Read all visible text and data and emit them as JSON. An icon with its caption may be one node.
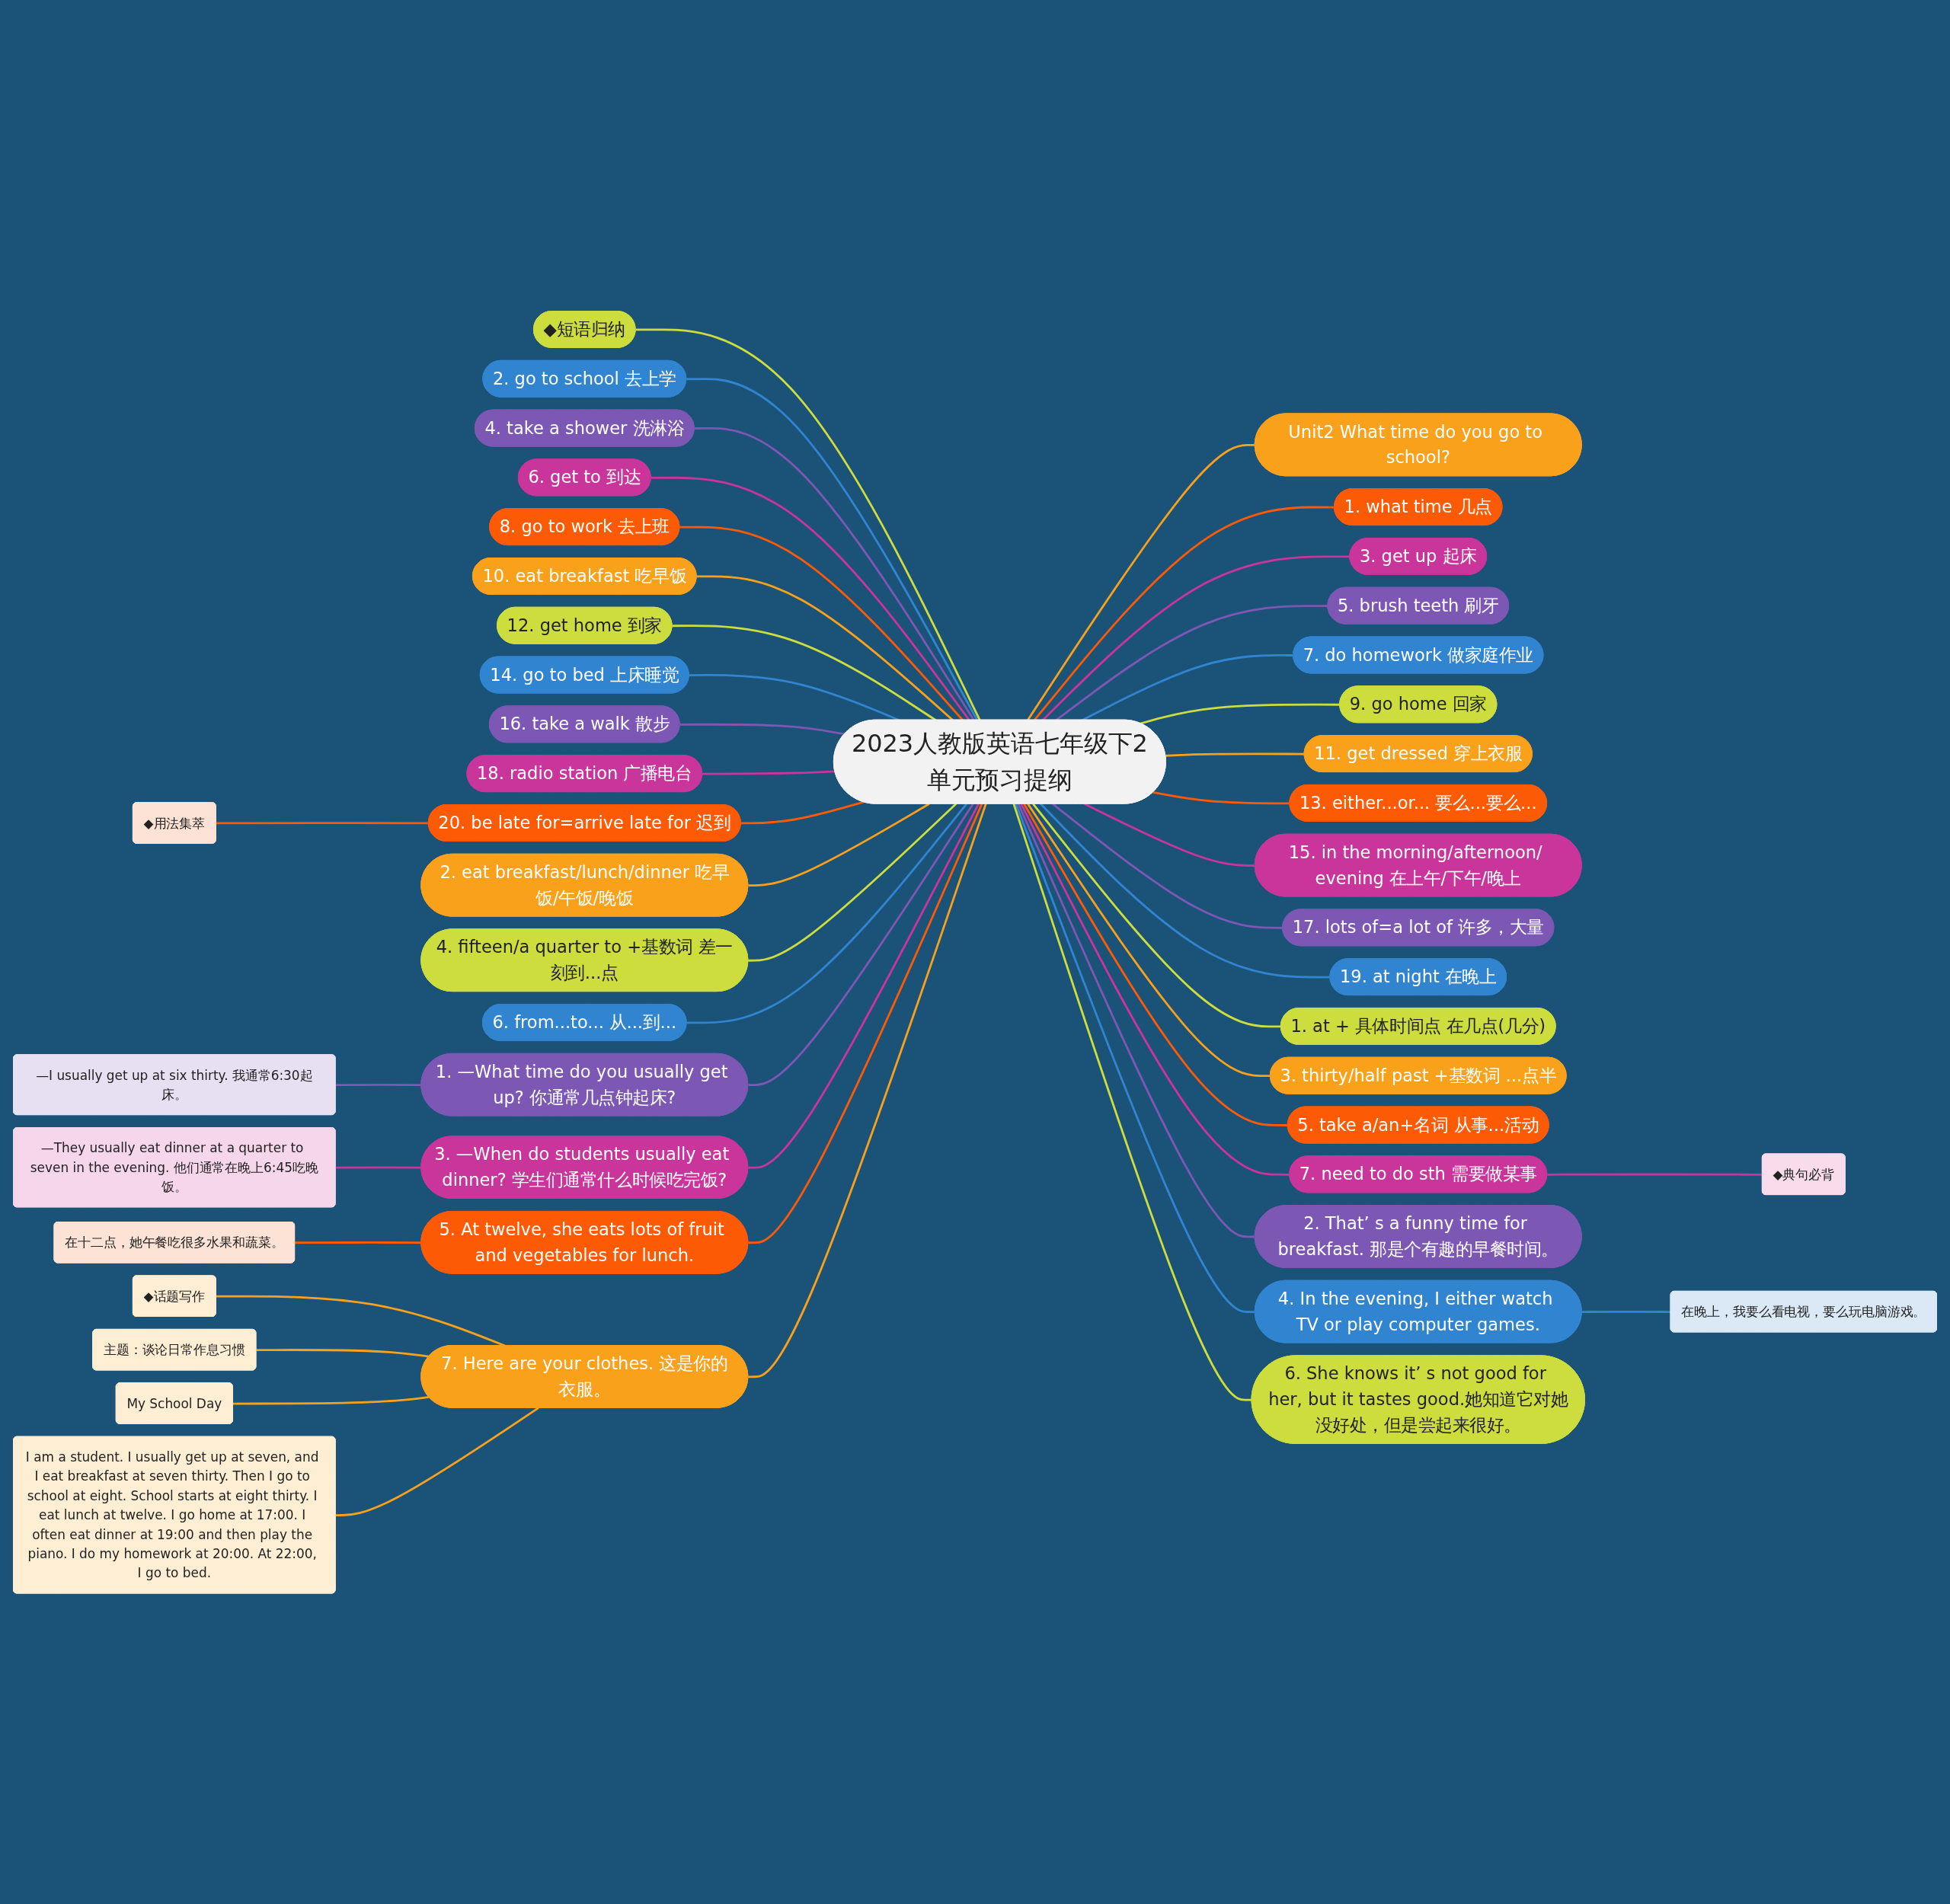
{
  "diagram": {
    "nodes": [
      {
        "text": [
          "2023人教版英语七年级下2单元预习提纲"
        ]
      },
      {
        "text": [
          "Unit2 What time do you go to school?"
        ]
      },
      {
        "text": [
          "1. what time 几点"
        ]
      },
      {
        "text": [
          "3. get up 起床"
        ]
      },
      {
        "text": [
          "5. brush teeth 刷牙"
        ]
      },
      {
        "text": [
          "7. do homework 做家庭作业"
        ]
      },
      {
        "text": [
          "9. go home 回家"
        ]
      },
      {
        "text": [
          "11. get dressed 穿上衣服"
        ]
      },
      {
        "text": [
          "13. either...or... 要么...要么..."
        ]
      },
      {
        "text": [
          "15. in the morning/afternoon/ evening 在上午/下午/晚上"
        ]
      },
      {
        "text": [
          "17. lots of=a lot of 许多，大量"
        ]
      },
      {
        "text": [
          "19. at night 在晚上"
        ]
      },
      {
        "text": [
          "1. at + 具体时间点 在几点(几分)"
        ]
      },
      {
        "text": [
          "3. thirty/half past +基数词 ...点半"
        ]
      },
      {
        "text": [
          "5. take a/an+名词 从事...活动"
        ]
      },
      {
        "text": [
          "7. need to do sth 需要做某事"
        ]
      },
      {
        "text": [
          "◆典句必背"
        ]
      },
      {
        "text": [
          "2. That’ s a funny time for breakfast. 那是个有趣的早餐时间。"
        ]
      },
      {
        "text": [
          "4. In the evening, I either watch TV or play computer games."
        ]
      },
      {
        "text": [
          "在晚上，我要么看电视，要么玩电脑游戏。"
        ]
      },
      {
        "text": [
          "6. She knows it’ s not good for her, but it tastes good.她知道它对她没好处，但是尝起来很好。"
        ]
      },
      {
        "text": [
          "◆短语归纳"
        ]
      },
      {
        "text": [
          "2. go to school 去上学"
        ]
      },
      {
        "text": [
          "4. take a shower 洗淋浴"
        ]
      },
      {
        "text": [
          "6. get to 到达"
        ]
      },
      {
        "text": [
          "8. go to work 去上班"
        ]
      },
      {
        "text": [
          "10. eat breakfast 吃早饭"
        ]
      },
      {
        "text": [
          "12. get home 到家"
        ]
      },
      {
        "text": [
          "14. go to bed 上床睡觉"
        ]
      },
      {
        "text": [
          "16. take a walk 散步"
        ]
      },
      {
        "text": [
          "18. radio station 广播电台"
        ]
      },
      {
        "text": [
          "20. be late for=arrive late for 迟到"
        ]
      },
      {
        "text": [
          "◆用法集萃"
        ]
      },
      {
        "text": [
          "2. eat breakfast/lunch/dinner 吃早饭/午饭/晚饭"
        ]
      },
      {
        "text": [
          "4. fifteen/a quarter to +基数词 差一刻到...点"
        ]
      },
      {
        "text": [
          "6. from...to... 从...到..."
        ]
      },
      {
        "text": [
          "1. —What time do you usually get up? 你通常几点钟起床?"
        ]
      },
      {
        "text": [
          "—I usually get up at six thirty. 我通常6:30起床。"
        ]
      },
      {
        "text": [
          "3. —When do students usually eat dinner? 学生们通常什么时候吃完饭?"
        ]
      },
      {
        "text": [
          "—They usually eat dinner at a quarter to seven in the evening. 他们通常在晚上6:45吃晚饭。"
        ]
      },
      {
        "text": [
          "5. At twelve, she eats lots of fruit and vegetables for lunch."
        ]
      },
      {
        "text": [
          "在十二点，她午餐吃很多水果和蔬菜。"
        ]
      },
      {
        "text": [
          "7. Here are your clothes. 这是你的衣服。"
        ]
      },
      {
        "text": [
          "◆话题写作"
        ]
      },
      {
        "text": [
          "主题：谈论日常作息习惯"
        ]
      },
      {
        "text": [
          "My School Day"
        ]
      },
      {
        "text": [
          "I am a student. I usually get up at seven, and I eat breakfast at seven thirty. Then I go to school at eight. School starts at eight thirty. I eat lunch at twelve. I go home at 17:00. I often eat dinner at 19:00 and then play the piano. I do my homework at 20:00. At 22:00, I go to bed."
        ]
      }
    ],
    "edges": [
      {
        "from": 0,
        "to": 1,
        "arrow": "none",
        "color": "#f9a11b"
      },
      {
        "from": 0,
        "to": 2,
        "arrow": "none",
        "color": "#fd5a06"
      },
      {
        "from": 0,
        "to": 3,
        "arrow": "none",
        "color": "#c9359a"
      },
      {
        "from": 0,
        "to": 4,
        "arrow": "none",
        "color": "#7c57b3"
      },
      {
        "from": 0,
        "to": 5,
        "arrow": "none",
        "color": "#3185d0"
      },
      {
        "from": 0,
        "to": 6,
        "arrow": "none",
        "color": "#cddd3d"
      },
      {
        "from": 0,
        "to": 7,
        "arrow": "none",
        "color": "#f9a11b"
      },
      {
        "from": 0,
        "to": 8,
        "arrow": "none",
        "color": "#fd5a06"
      },
      {
        "from": 0,
        "to": 9,
        "arrow": "none",
        "color": "#c9359a"
      },
      {
        "from": 0,
        "to": 10,
        "arrow": "none",
        "color": "#7c57b3"
      },
      {
        "from": 0,
        "to": 11,
        "arrow": "none",
        "color": "#3185d0"
      },
      {
        "from": 0,
        "to": 12,
        "arrow": "none",
        "color": "#cddd3d"
      },
      {
        "from": 0,
        "to": 13,
        "arrow": "none",
        "color": "#f9a11b"
      },
      {
        "from": 0,
        "to": 14,
        "arrow": "none",
        "color": "#fd5a06"
      },
      {
        "from": 0,
        "to": 15,
        "arrow": "none",
        "color": "#c9359a"
      },
      {
        "from": 15,
        "to": 16,
        "arrow": "none",
        "color": "#c9359a"
      },
      {
        "from": 0,
        "to": 17,
        "arrow": "none",
        "color": "#7c57b3"
      },
      {
        "from": 0,
        "to": 18,
        "arrow": "none",
        "color": "#3185d0"
      },
      {
        "from": 18,
        "to": 19,
        "arrow": "none",
        "color": "#3185d0"
      },
      {
        "from": 0,
        "to": 20,
        "arrow": "none",
        "color": "#cddd3d"
      },
      {
        "from": 0,
        "to": 21,
        "arrow": "none",
        "color": "#cddd3d"
      },
      {
        "from": 0,
        "to": 22,
        "arrow": "none",
        "color": "#3185d0"
      },
      {
        "from": 0,
        "to": 23,
        "arrow": "none",
        "color": "#7c57b3"
      },
      {
        "from": 0,
        "to": 24,
        "arrow": "none",
        "color": "#c9359a"
      },
      {
        "from": 0,
        "to": 25,
        "arrow": "none",
        "color": "#fd5a06"
      },
      {
        "from": 0,
        "to": 26,
        "arrow": "none",
        "color": "#f9a11b"
      },
      {
        "from": 0,
        "to": 27,
        "arrow": "none",
        "color": "#cddd3d"
      },
      {
        "from": 0,
        "to": 28,
        "arrow": "none",
        "color": "#3185d0"
      },
      {
        "from": 0,
        "to": 29,
        "arrow": "none",
        "color": "#7c57b3"
      },
      {
        "from": 0,
        "to": 30,
        "arrow": "none",
        "color": "#c9359a"
      },
      {
        "from": 0,
        "to": 31,
        "arrow": "none",
        "color": "#fd5a06"
      },
      {
        "from": 31,
        "to": 32,
        "arrow": "none",
        "color": "#fd5a06"
      },
      {
        "from": 0,
        "to": 33,
        "arrow": "none",
        "color": "#f9a11b"
      },
      {
        "from": 0,
        "to": 34,
        "arrow": "none",
        "color": "#cddd3d"
      },
      {
        "from": 0,
        "to": 35,
        "arrow": "none",
        "color": "#3185d0"
      },
      {
        "from": 0,
        "to": 36,
        "arrow": "none",
        "color": "#7c57b3"
      },
      {
        "from": 36,
        "to": 37,
        "arrow": "none",
        "color": "#7c57b3"
      },
      {
        "from": 0,
        "to": 38,
        "arrow": "none",
        "color": "#c9359a"
      },
      {
        "from": 38,
        "to": 39,
        "arrow": "none",
        "color": "#c9359a"
      },
      {
        "from": 0,
        "to": 40,
        "arrow": "none",
        "color": "#fd5a06"
      },
      {
        "from": 40,
        "to": 41,
        "arrow": "none",
        "color": "#fd5a06"
      },
      {
        "from": 0,
        "to": 42,
        "arrow": "none",
        "color": "#f9a11b"
      },
      {
        "from": 42,
        "to": 43,
        "arrow": "none",
        "color": "#f9a11b"
      },
      {
        "from": 42,
        "to": 44,
        "arrow": "none",
        "color": "#f9a11b"
      },
      {
        "from": 42,
        "to": 45,
        "arrow": "none",
        "color": "#f9a11b"
      },
      {
        "from": 42,
        "to": 46,
        "arrow": "none",
        "color": "#f9a11b"
      }
    ]
  }
}
